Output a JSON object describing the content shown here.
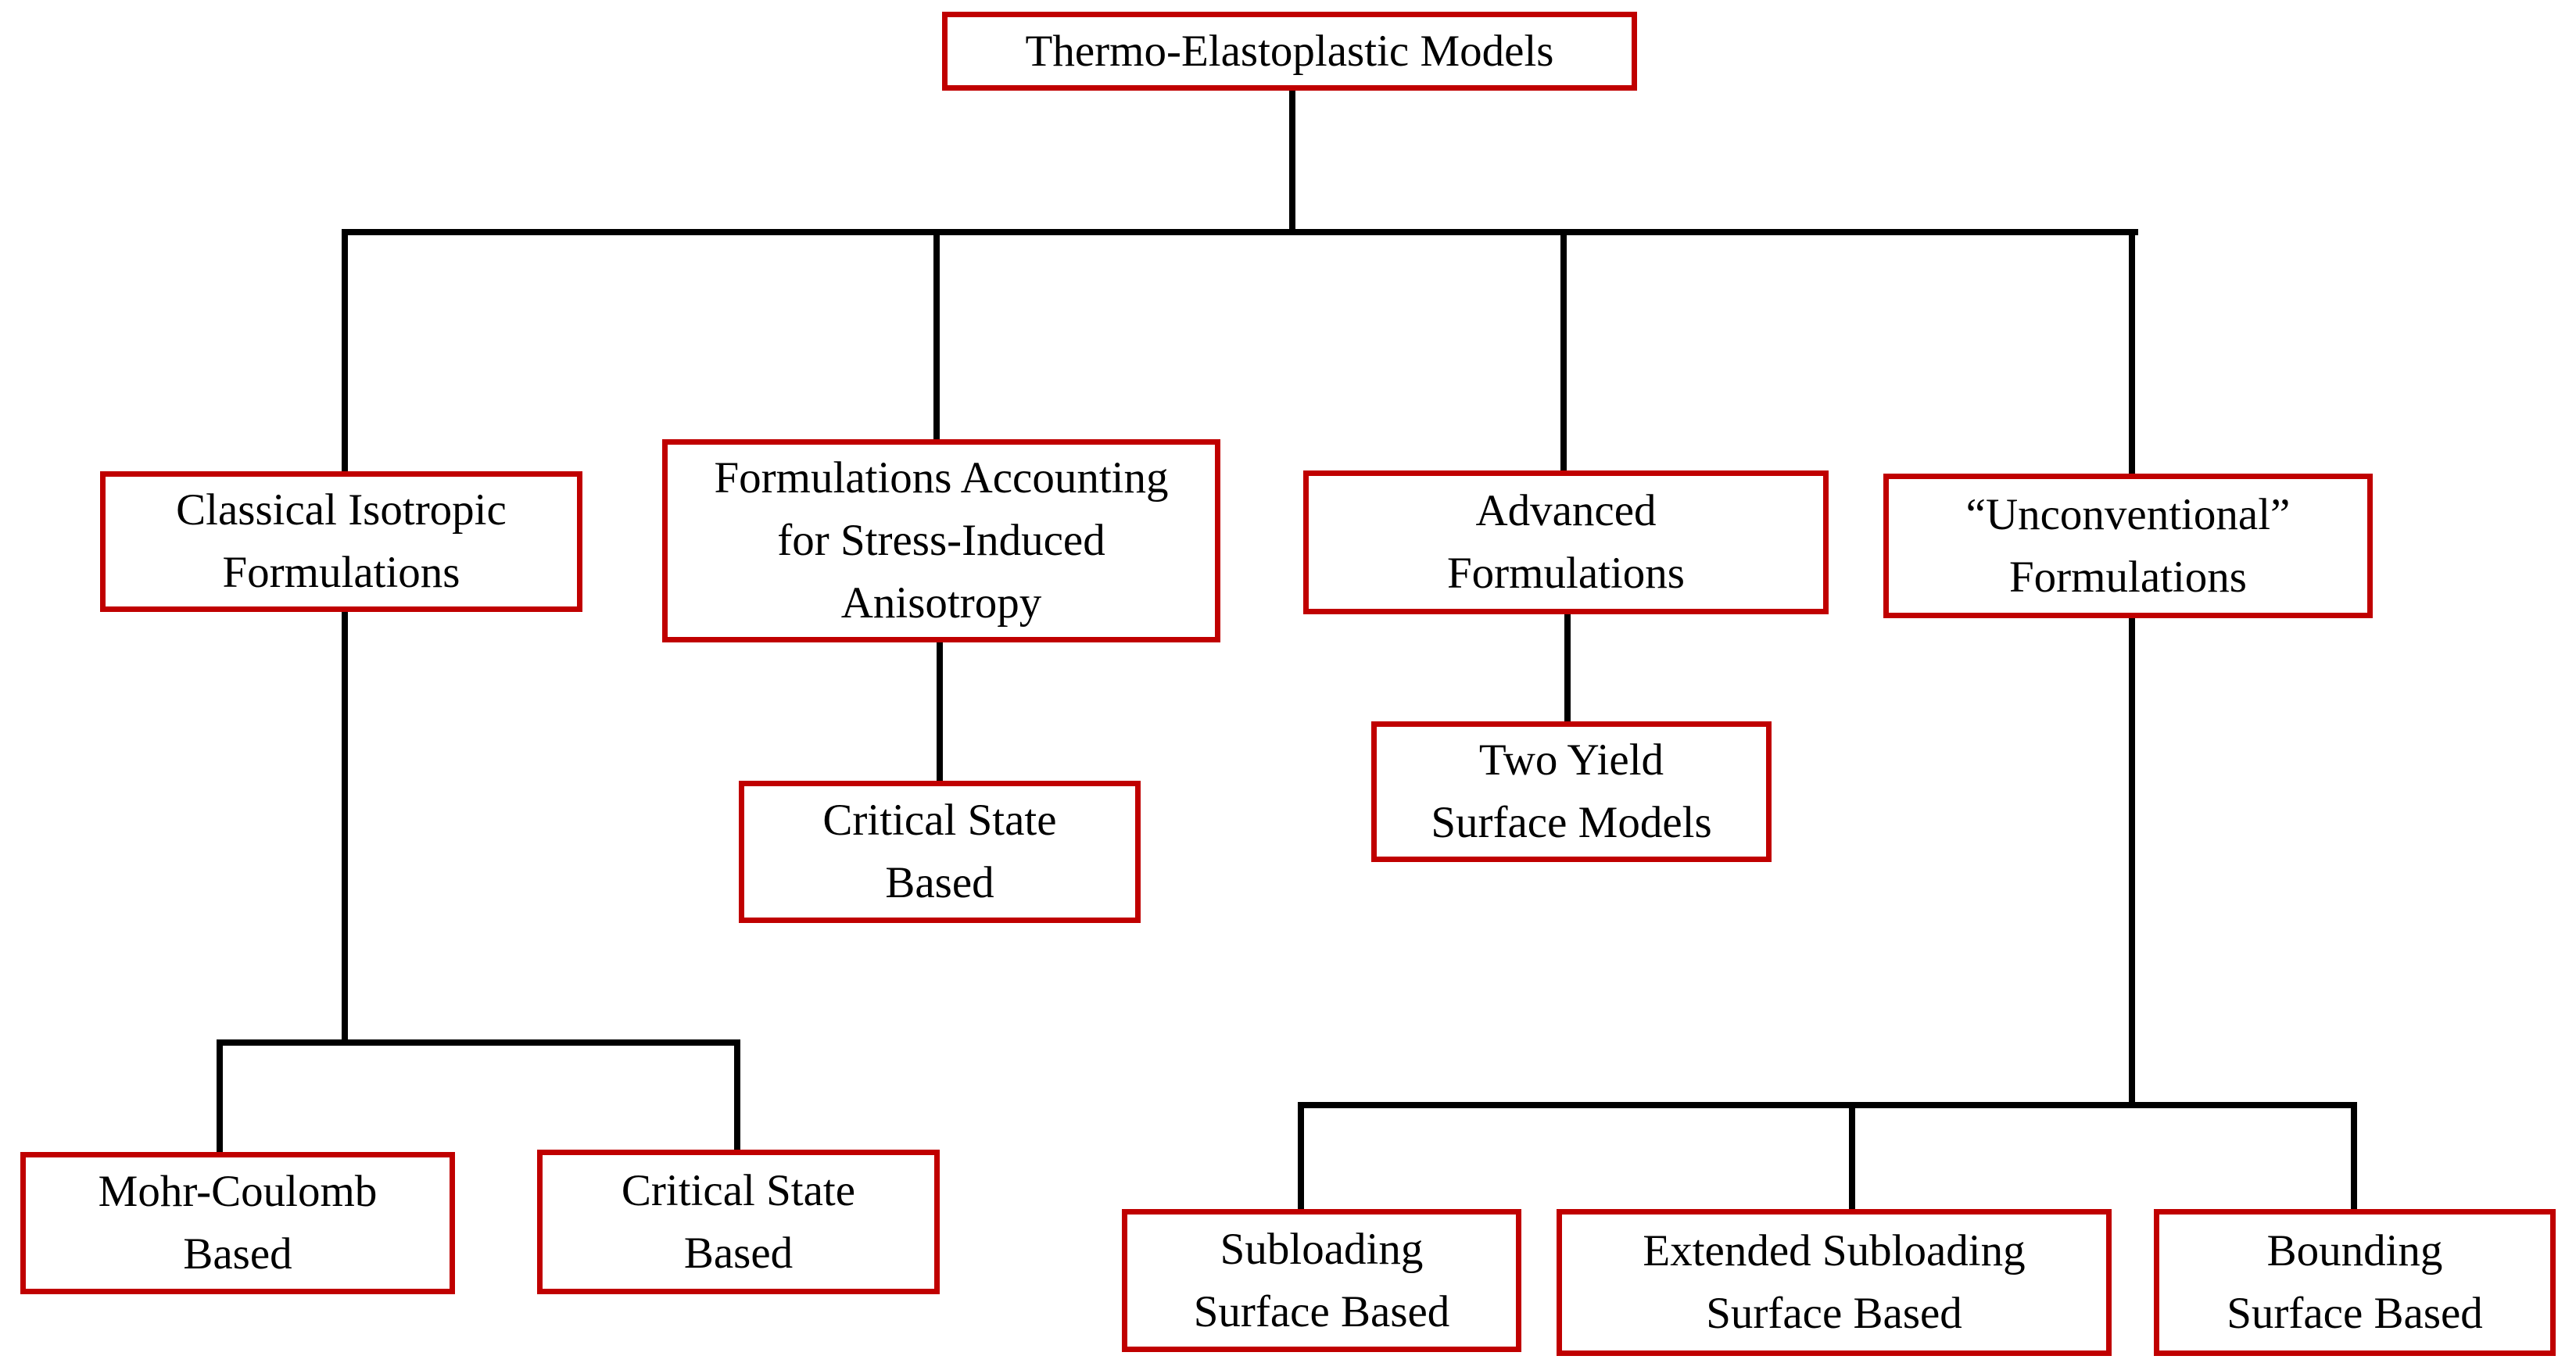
{
  "diagram": {
    "title": "Thermo-Elastoplastic Models",
    "colors": {
      "box_border": "#C00000",
      "box_fill": "#FFFFFF",
      "connector_line": "#000000",
      "text": "#000000",
      "background": "#FFFFFF"
    },
    "nodes": [
      {
        "id": "root",
        "label": "Thermo-Elastoplastic Models"
      },
      {
        "id": "classical",
        "label": "Classical Isotropic\nFormulations"
      },
      {
        "id": "anisotropy",
        "label": "Formulations Accounting\nfor Stress-Induced\nAnisotropy"
      },
      {
        "id": "advanced",
        "label": "Advanced\nFormulations"
      },
      {
        "id": "unconventional",
        "label": "“Unconventional”\nFormulations"
      },
      {
        "id": "critical-state-mid",
        "label": "Critical State\nBased"
      },
      {
        "id": "two-yield",
        "label": "Two Yield\nSurface Models"
      },
      {
        "id": "mohr-coulomb",
        "label": "Mohr-Coulomb\nBased"
      },
      {
        "id": "critical-state-left",
        "label": "Critical State\nBased"
      },
      {
        "id": "subloading",
        "label": "Subloading\nSurface Based"
      },
      {
        "id": "extended-subloading",
        "label": "Extended Subloading\nSurface Based"
      },
      {
        "id": "bounding",
        "label": "Bounding\nSurface Based"
      }
    ],
    "edges": [
      {
        "from": "root",
        "to": "classical"
      },
      {
        "from": "root",
        "to": "anisotropy"
      },
      {
        "from": "root",
        "to": "advanced"
      },
      {
        "from": "root",
        "to": "unconventional"
      },
      {
        "from": "anisotropy",
        "to": "critical-state-mid"
      },
      {
        "from": "advanced",
        "to": "two-yield"
      },
      {
        "from": "classical",
        "to": "mohr-coulomb"
      },
      {
        "from": "classical",
        "to": "critical-state-left"
      },
      {
        "from": "unconventional",
        "to": "subloading"
      },
      {
        "from": "unconventional",
        "to": "extended-subloading"
      },
      {
        "from": "unconventional",
        "to": "bounding"
      }
    ]
  }
}
